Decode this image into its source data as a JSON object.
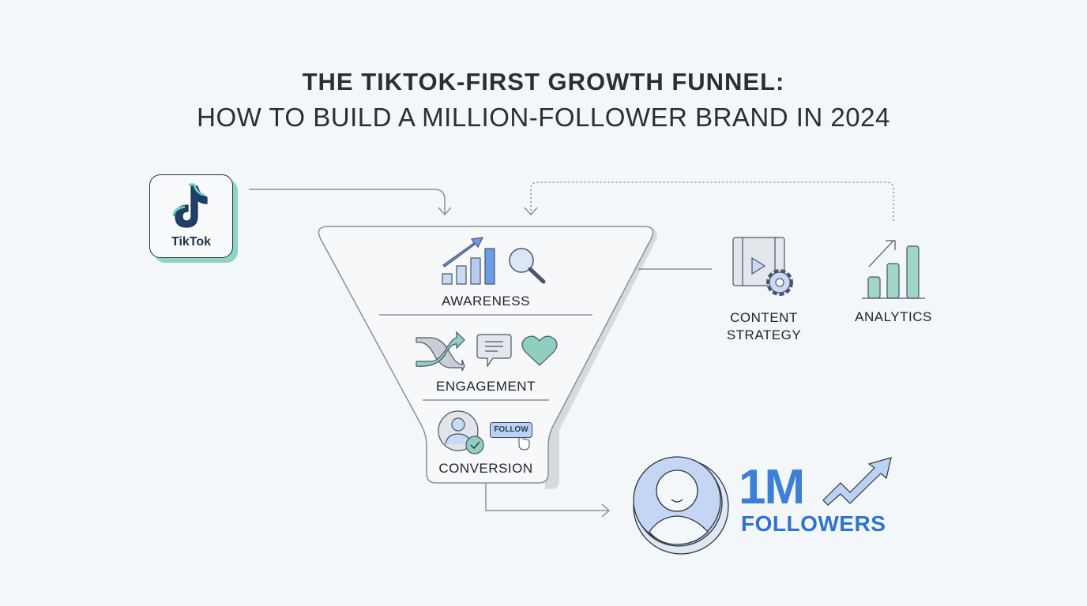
{
  "title": {
    "line1": "THE TIKTOK-FIRST GROWTH FUNNEL:",
    "line2": "HOW TO BUILD A MILLION-FOLLOWER BRAND IN 2024"
  },
  "source": {
    "label": "TikTok",
    "icon": "tiktok-logo"
  },
  "funnel": {
    "stages": [
      {
        "label": "AWARENESS",
        "icons": [
          "bar-chart-trend-icon",
          "magnifier-icon"
        ]
      },
      {
        "label": "ENGAGEMENT",
        "icons": [
          "shuffle-icon",
          "comment-icon",
          "heart-icon"
        ]
      },
      {
        "label": "CONVERSION",
        "icons": [
          "user-check-icon",
          "follow-button"
        ],
        "follow_label": "FOLLOW"
      }
    ]
  },
  "side": {
    "content_strategy": {
      "line1": "CONTENT",
      "line2": "STRATEGY"
    },
    "analytics": {
      "label": "ANALYTICS"
    }
  },
  "result": {
    "count": "1M",
    "label": "FOLLOWERS"
  },
  "colors": {
    "blue": "#3d7fd8",
    "teal": "#8fd3c6",
    "ink": "#23272e",
    "line": "#8a9099"
  }
}
